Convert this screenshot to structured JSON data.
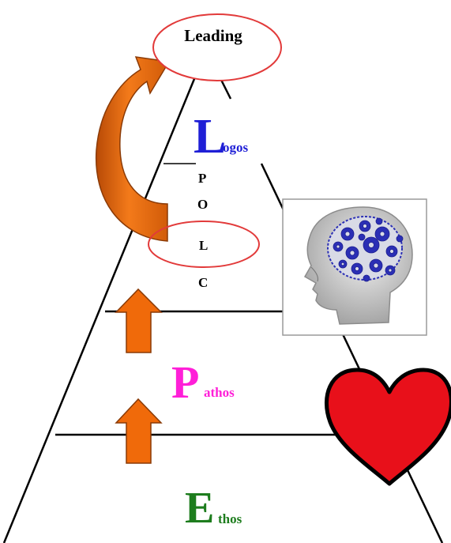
{
  "diagram": {
    "top_label": "Leading",
    "polc_letters": [
      "P",
      "O",
      "L",
      "C"
    ],
    "levels": [
      {
        "initial": "L",
        "rest": "ogos",
        "color": "#1f1fd6"
      },
      {
        "initial": "P",
        "rest": "athos",
        "color": "#ff1fd8"
      },
      {
        "initial": "E",
        "rest": "thos",
        "color": "#1e7d1e"
      }
    ],
    "icons": [
      "brain-gears-icon",
      "heart-icon"
    ],
    "colors": {
      "arrow": "#f06a0a",
      "ellipse": "#e23a3a",
      "heart": "#e8101a",
      "gear": "#2b2fb5"
    }
  }
}
